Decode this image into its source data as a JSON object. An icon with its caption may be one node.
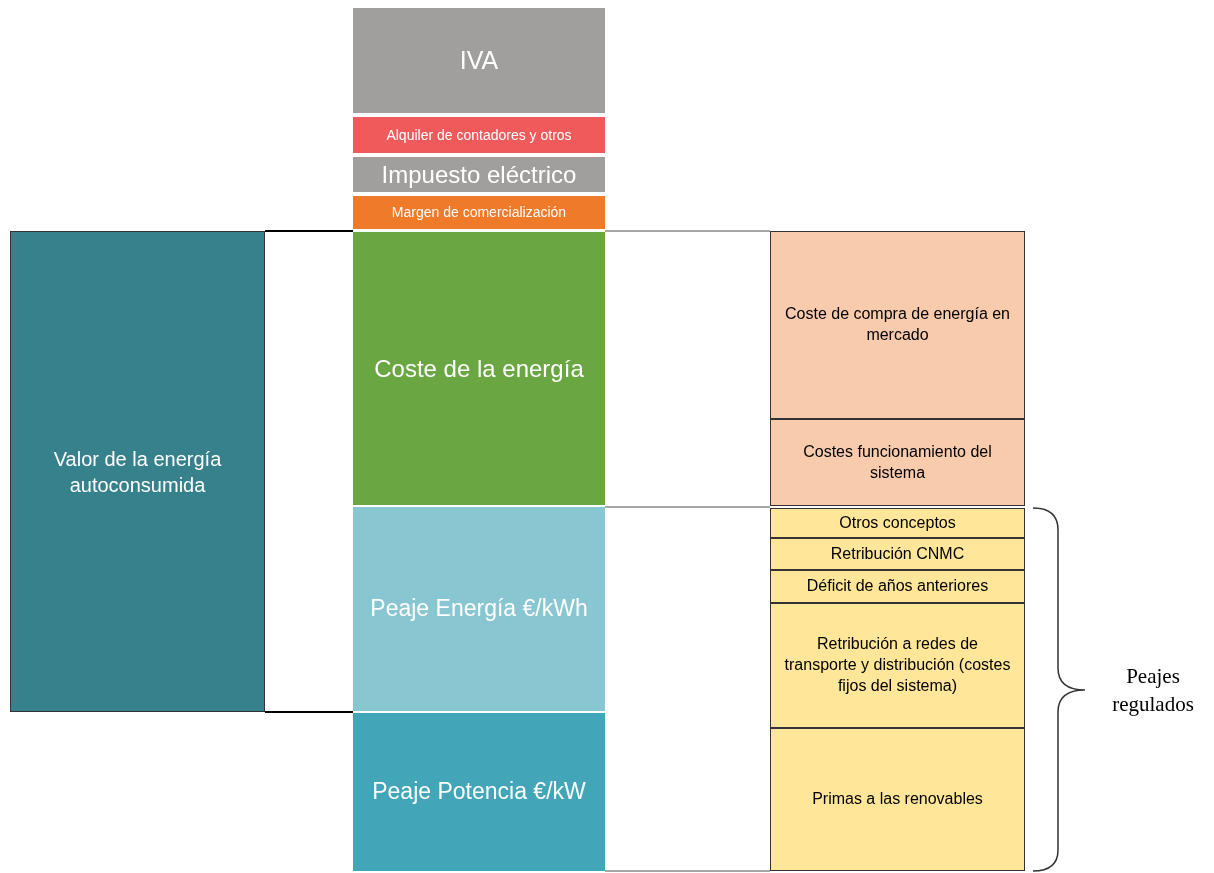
{
  "diagram": {
    "nodes": [
      {
        "text": [
          "IVA"
        ]
      },
      {
        "text": [
          "Alquiler de contadores y otros"
        ]
      },
      {
        "text": [
          "Impuesto eléctrico"
        ]
      },
      {
        "text": [
          "Margen de comercialización"
        ]
      },
      {
        "text": [
          "Valor de la energía autoconsumida"
        ]
      },
      {
        "text": [
          "Coste de la energía"
        ]
      },
      {
        "text": [
          "Peaje Energía €/kWh"
        ]
      },
      {
        "text": [
          "Peaje Potencia €/kW"
        ]
      },
      {
        "text": [
          "Coste de compra de energía en mercado"
        ]
      },
      {
        "text": [
          "Costes funcionamiento del sistema"
        ]
      },
      {
        "text": [
          "Otros conceptos"
        ]
      },
      {
        "text": [
          "Retribución CNMC"
        ]
      },
      {
        "text": [
          "Déficit de años anteriores"
        ]
      },
      {
        "text": [
          "Retribución a redes de transporte y distribución (costes fijos del sistema)"
        ]
      },
      {
        "text": [
          "Primas a las renovables"
        ]
      }
    ],
    "edges": [
      {
        "from": 4,
        "to": 5,
        "arrow": "none",
        "color": "#000000"
      },
      {
        "from": 4,
        "to": 6,
        "arrow": "none",
        "color": "#000000"
      },
      {
        "from": 5,
        "to": 8,
        "arrow": "none"
      },
      {
        "from": 6,
        "to": 10,
        "arrow": "none"
      },
      {
        "from": 7,
        "to": 14,
        "arrow": "none"
      }
    ],
    "labels": [
      "Peajes regulados"
    ]
  }
}
